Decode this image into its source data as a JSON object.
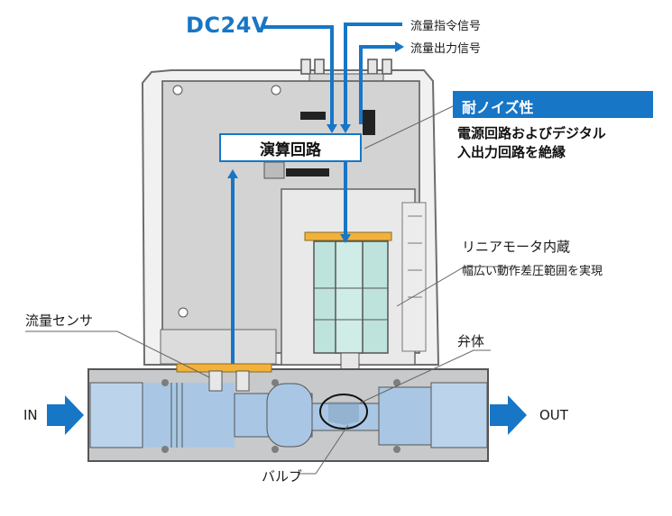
{
  "power_label": "DC24V",
  "signal_in_label": "流量指令信号",
  "signal_out_label": "流量出力信号",
  "calc_circuit_label": "演算回路",
  "noise": {
    "title": "耐ノイズ性",
    "description_line1": "電源回路およびデジタル",
    "description_line2": "入出力回路を絶縁"
  },
  "linear_motor": {
    "title": "リニアモータ内蔵",
    "subtitle": "幅広い動作差圧範囲を実現"
  },
  "flow_sensor_label": "流量センサ",
  "body_label": "弁体",
  "valve_label": "バルブ",
  "inlet_label": "IN",
  "outlet_label": "OUT",
  "colors": {
    "accent": "#1776c6",
    "body_gray": "#c7c9cb",
    "fluid_blue": "#a9c7e4",
    "motor_green": "#bde3dc",
    "heater_orange": "#f2b23a"
  }
}
